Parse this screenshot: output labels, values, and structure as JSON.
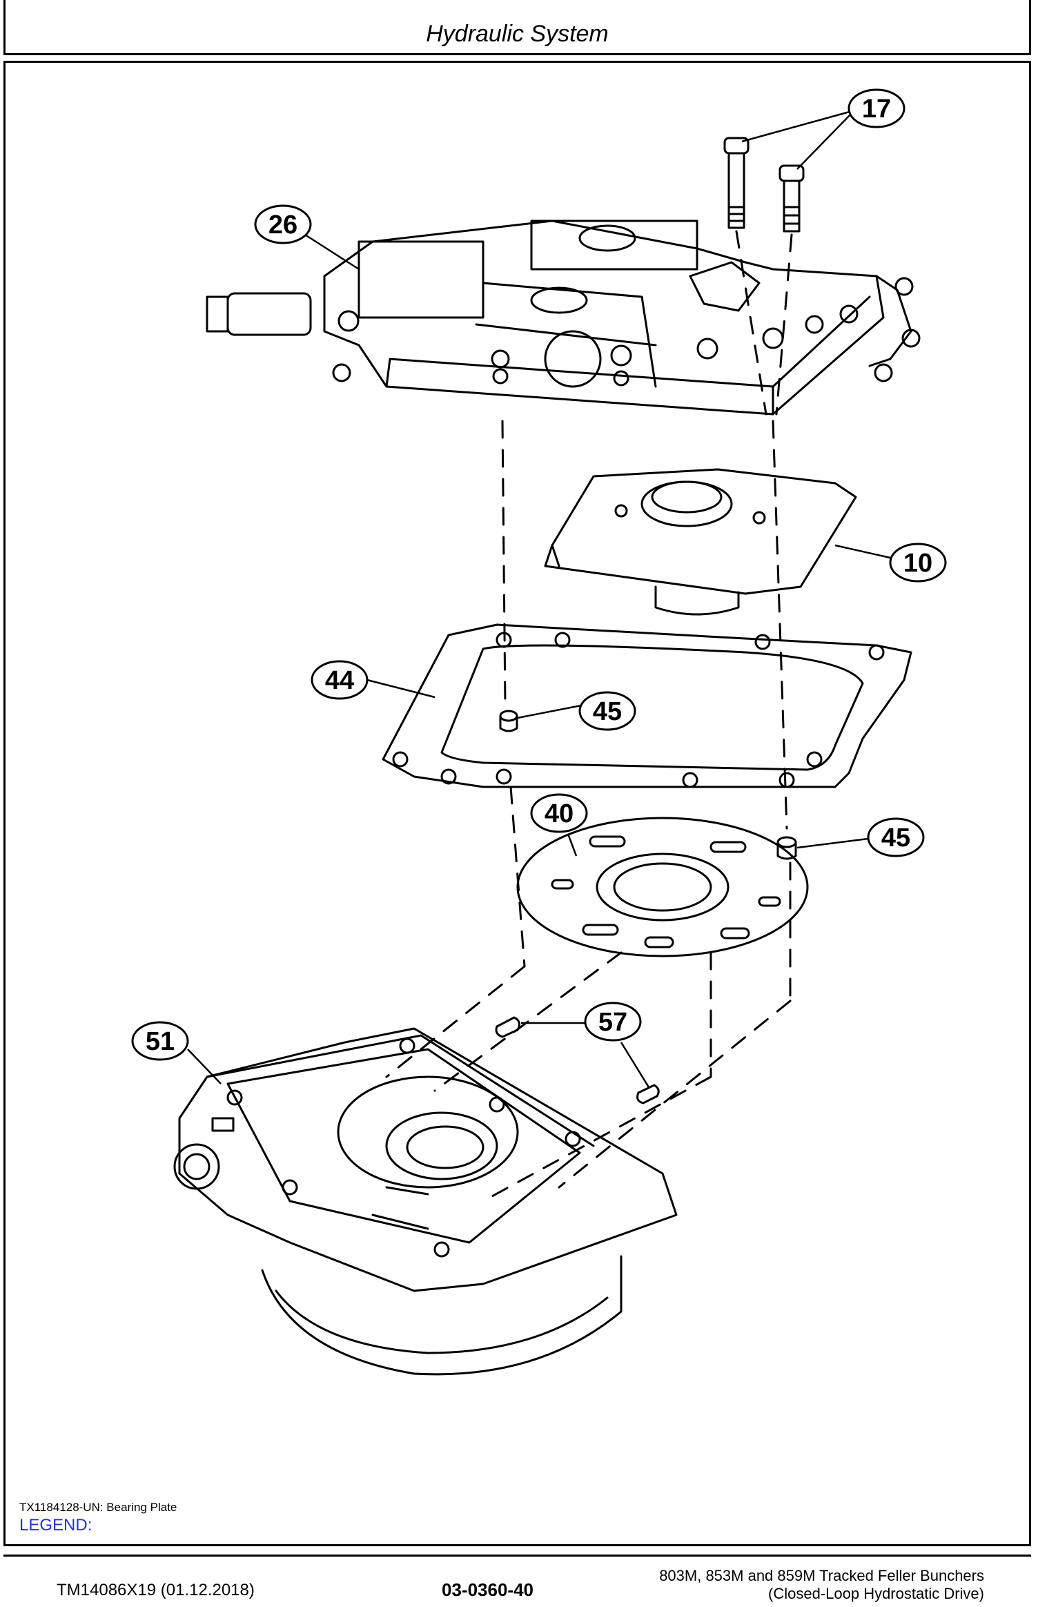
{
  "header": {
    "title": "Hydraulic System"
  },
  "figure": {
    "callouts": [
      "17",
      "26",
      "10",
      "44",
      "45",
      "40",
      "45",
      "51",
      "57"
    ]
  },
  "caption": "TX1184128-UN: Bearing Plate",
  "legend": "LEGEND:",
  "footer": {
    "doc_id": "TM14086X19 (01.12.2018)",
    "page_number": "03-0360-40",
    "title_line1": "803M, 853M and 859M Tracked Feller Bunchers",
    "title_line2": "(Closed-Loop Hydrostatic Drive)"
  }
}
